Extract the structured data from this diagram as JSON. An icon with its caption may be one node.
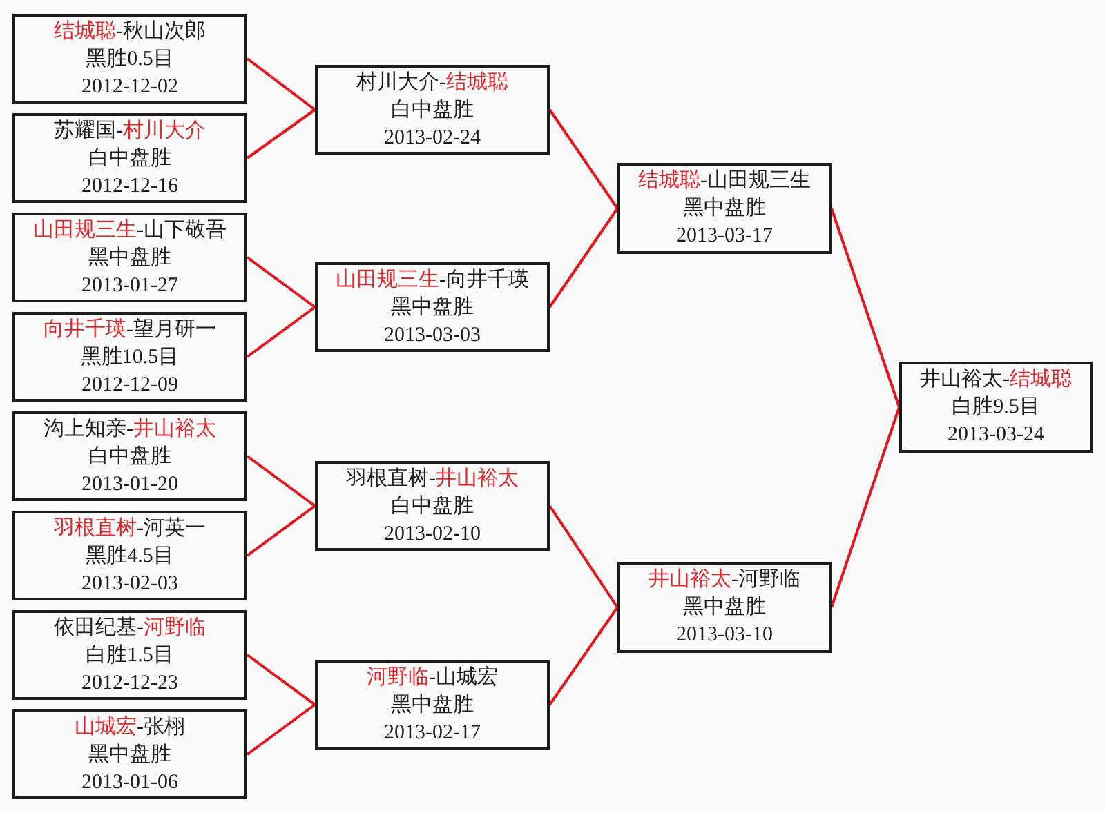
{
  "diagram": {
    "nodes": [
      {
        "text": [
          "**结城聪**-秋山次郎",
          "黑胜0.5目",
          "2012-12-02"
        ]
      },
      {
        "text": [
          "苏耀国-**村川大介**",
          "白中盘胜",
          "2012-12-16"
        ]
      },
      {
        "text": [
          "**山田规三生**-山下敬吾",
          "黑中盘胜",
          "2013-01-27"
        ]
      },
      {
        "text": [
          "**向井千瑛**-望月研一",
          "黑胜10.5目",
          "2012-12-09"
        ]
      },
      {
        "text": [
          "沟上知亲-**井山裕太**",
          "白中盘胜",
          "2013-01-20"
        ]
      },
      {
        "text": [
          "**羽根直树**-河英一",
          "黑胜4.5目",
          "2013-02-03"
        ]
      },
      {
        "text": [
          "依田纪基-**河野临**",
          "白胜1.5目",
          "2012-12-23"
        ]
      },
      {
        "text": [
          "**山城宏**-张栩",
          "黑中盘胜",
          "2013-01-06"
        ]
      },
      {
        "text": [
          "村川大介-**结城聪**",
          "白中盘胜",
          "2013-02-24"
        ]
      },
      {
        "text": [
          "**山田规三生**-向井千瑛",
          "黑中盘胜",
          "2013-03-03"
        ]
      },
      {
        "text": [
          "羽根直树-**井山裕太**",
          "白中盘胜",
          "2013-02-10"
        ]
      },
      {
        "text": [
          "**河野临**-山城宏",
          "黑中盘胜",
          "2013-02-17"
        ]
      },
      {
        "text": [
          "**结城聪**-山田规三生",
          "黑中盘胜",
          "2013-03-17"
        ]
      },
      {
        "text": [
          "**井山裕太**-河野临",
          "黑中盘胜",
          "2013-03-10"
        ]
      },
      {
        "text": [
          "井山裕太-**结城聪**",
          "白胜9.5目",
          "2013-03-24"
        ]
      }
    ],
    "edges": [
      {
        "from": 0,
        "to": 8,
        "arrow": "none"
      },
      {
        "from": 1,
        "to": 8,
        "arrow": "none"
      },
      {
        "from": 2,
        "to": 9,
        "arrow": "none"
      },
      {
        "from": 3,
        "to": 9,
        "arrow": "none"
      },
      {
        "from": 4,
        "to": 10,
        "arrow": "none"
      },
      {
        "from": 5,
        "to": 10,
        "arrow": "none"
      },
      {
        "from": 6,
        "to": 11,
        "arrow": "none"
      },
      {
        "from": 7,
        "to": 11,
        "arrow": "none"
      },
      {
        "from": 8,
        "to": 12,
        "arrow": "none"
      },
      {
        "from": 9,
        "to": 12,
        "arrow": "none"
      },
      {
        "from": 10,
        "to": 13,
        "arrow": "none"
      },
      {
        "from": 11,
        "to": 13,
        "arrow": "none"
      },
      {
        "from": 12,
        "to": 14,
        "arrow": "none"
      },
      {
        "from": 13,
        "to": 14,
        "arrow": "none"
      }
    ]
  }
}
